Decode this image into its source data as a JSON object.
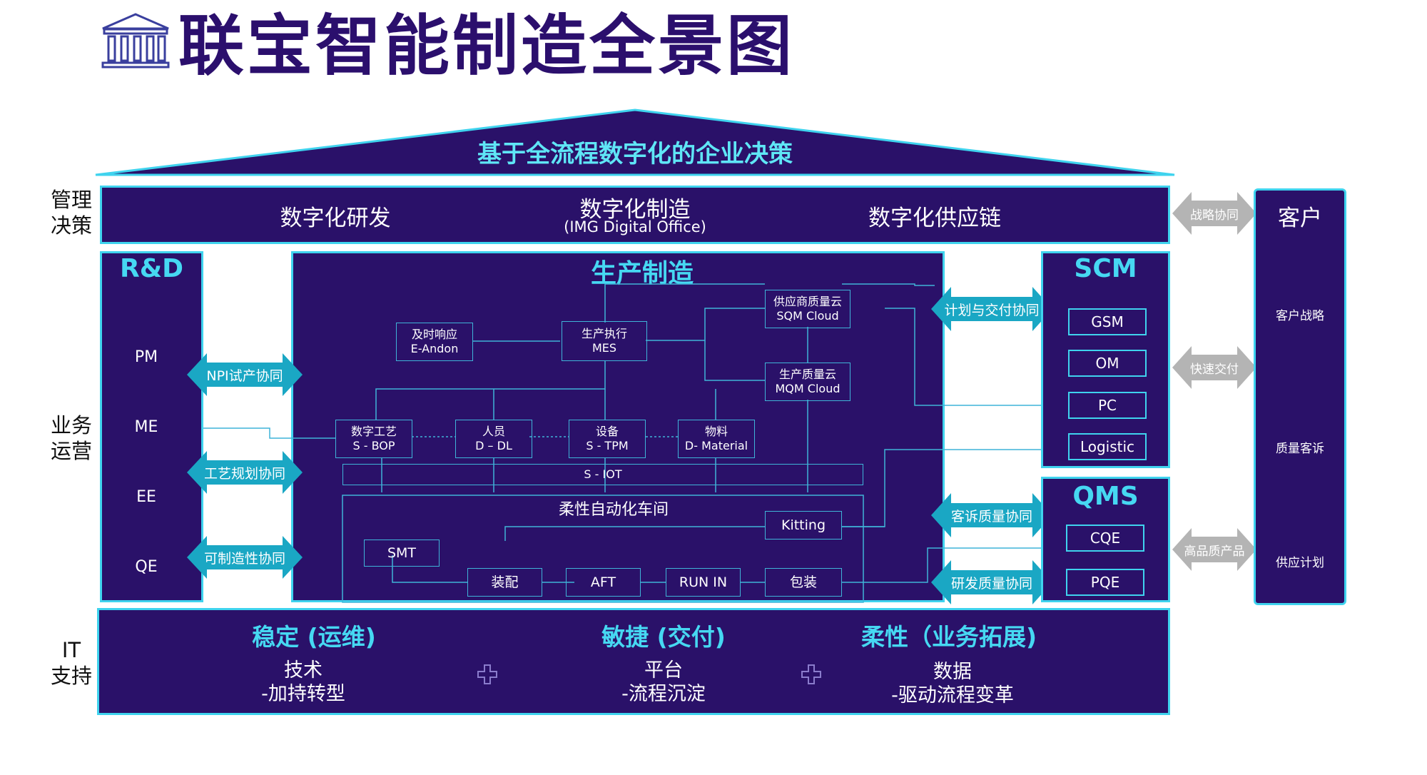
{
  "header": {
    "title": "联宝智能制造全景图"
  },
  "roof": {
    "title": "基于全流程数字化的企业决策"
  },
  "left_labels": {
    "mgmt": [
      "管理",
      "决策"
    ],
    "ops": [
      "业务",
      "运营"
    ],
    "it": [
      "IT",
      "支持"
    ]
  },
  "decision": {
    "items": [
      "数字化研发",
      "数字化制造",
      "数字化供应链"
    ],
    "sub": "(IMG Digital Office)"
  },
  "rd": {
    "title": "R&D",
    "items": [
      "PM",
      "ME",
      "EE",
      "QE"
    ]
  },
  "rd_arrows": [
    "NPI试产协同",
    "工艺规划协同",
    "可制造性协同"
  ],
  "production": {
    "title": "生产制造",
    "andon": [
      "及时响应",
      "E-Andon"
    ],
    "mes": [
      "生产执行",
      "MES"
    ],
    "sqm": [
      "供应商质量云",
      "SQM  Cloud"
    ],
    "mqm": [
      "生产质量云",
      "MQM  Cloud"
    ],
    "bop": [
      "数字工艺",
      "S - BOP"
    ],
    "dl": [
      "人员",
      "D – DL"
    ],
    "tpm": [
      "设备",
      "S - TPM"
    ],
    "material": [
      "物料",
      "D- Material"
    ],
    "iot": "S - IOT",
    "workshop": "柔性自动化车间",
    "kitting": "Kitting",
    "smt": "SMT",
    "line": [
      "装配",
      "AFT",
      "RUN IN",
      "包装"
    ]
  },
  "scm_arrows": [
    "计划与交付协同",
    "客诉质量协同",
    "研发质量协同"
  ],
  "scm": {
    "title": "SCM",
    "items": [
      "GSM",
      "OM",
      "PC",
      "Logistic"
    ]
  },
  "qms": {
    "title": "QMS",
    "items": [
      "CQE",
      "PQE"
    ]
  },
  "customer_arrows": [
    "战略协同",
    "快速交付",
    "高品质产品"
  ],
  "customer": {
    "title": "客户",
    "items": [
      "客户战略",
      "质量客诉",
      "供应计划"
    ]
  },
  "it": {
    "cols": [
      {
        "head": "稳定 (运维)",
        "l1": "技术",
        "l2": "-加持转型"
      },
      {
        "head": "敏捷  (交付)",
        "l1": "平台",
        "l2": "-流程沉淀"
      },
      {
        "head": "柔性（业务拓展)",
        "l1": "数据",
        "l2": "-驱动流程变革"
      }
    ]
  },
  "colors": {
    "panel": "#2a1169",
    "border": "#3fd3ee",
    "accent": "#46d8f2",
    "arrow": "#1aa7c4",
    "grey": "#b4b4b4",
    "title": "#2b0f6d"
  }
}
